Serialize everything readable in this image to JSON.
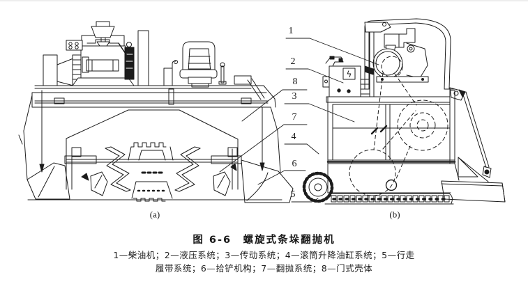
{
  "figure": {
    "caption_title": "图 6-6　螺旋式条垛翻抛机",
    "legend_line1": "1—柴油机；2—液压系统；3—传动系统；4—滚筒升降油缸系统；5—行走",
    "legend_line2": "履带系统；6—拾铲机构；7—翻抛系统；8—门式壳体",
    "subfig_labels": {
      "a": "(a)",
      "b": "(b)"
    },
    "lightning_symbol": "ϟ",
    "parts": [
      {
        "num": "1",
        "name": "柴油机"
      },
      {
        "num": "2",
        "name": "液压系统"
      },
      {
        "num": "3",
        "name": "传动系统"
      },
      {
        "num": "4",
        "name": "滚筒升降油缸系统"
      },
      {
        "num": "5",
        "name": "行走履带系统"
      },
      {
        "num": "6",
        "name": "拾铲机构"
      },
      {
        "num": "7",
        "name": "翻抛系统"
      },
      {
        "num": "8",
        "name": "门式壳体"
      }
    ]
  },
  "colors": {
    "line": "#1c1c1c",
    "background": "#ffffff"
  }
}
